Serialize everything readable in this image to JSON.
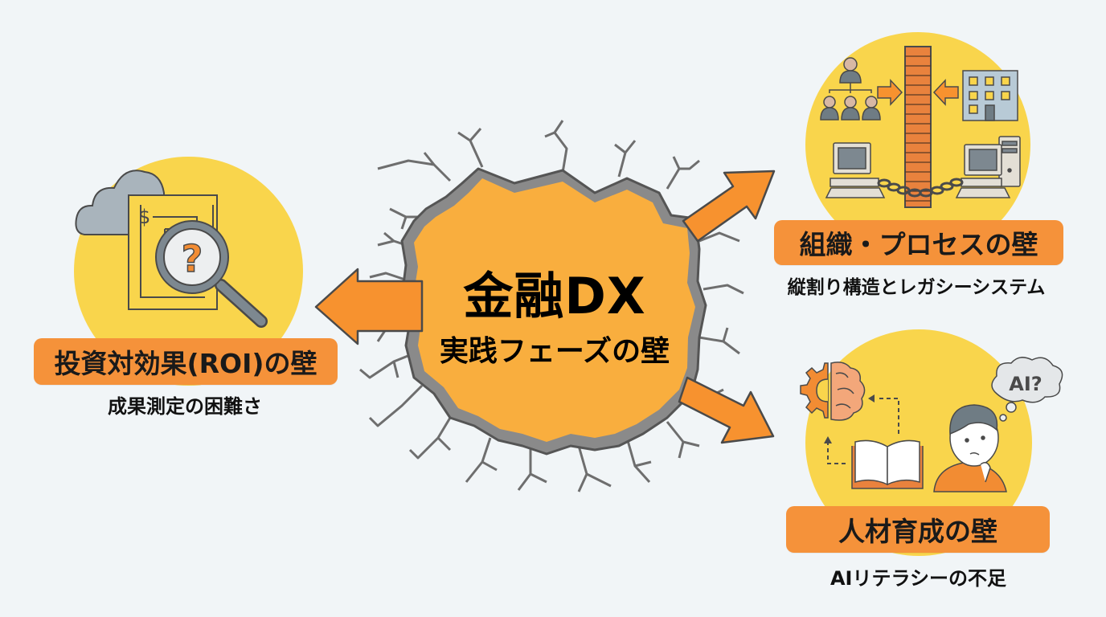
{
  "center": {
    "title": "金融DX",
    "subtitle": "実践フェーズの壁",
    "burst_color": "#F9AE3E",
    "crack_color": "#7A7A7A"
  },
  "walls": [
    {
      "id": "roi",
      "title": "投資対効果(ROI)の壁",
      "description": "成果測定の困難さ",
      "icons": [
        "cloud-icon",
        "maze-document-icon",
        "dollar-sign-icon",
        "magnifier-question-icon"
      ],
      "position": "left"
    },
    {
      "id": "org",
      "title": "組織・プロセスの壁",
      "description": "縦割り構造とレガシーシステム",
      "icons": [
        "org-chart-icon",
        "brick-wall-icon",
        "building-icon",
        "legacy-computer-icon",
        "chain-icon"
      ],
      "position": "top-right"
    },
    {
      "id": "talent",
      "title": "人材育成の壁",
      "description": "AIリテラシーの不足",
      "thought_bubble": "AI?",
      "icons": [
        "gear-brain-icon",
        "open-book-icon",
        "confused-person-icon",
        "thought-bubble-icon"
      ],
      "position": "bottom-right"
    }
  ],
  "colors": {
    "background": "#F1F5F7",
    "circle": "#F9D54C",
    "label": "#F5923A",
    "arrow": "#F7922F",
    "dark": "#4A4A4A"
  }
}
